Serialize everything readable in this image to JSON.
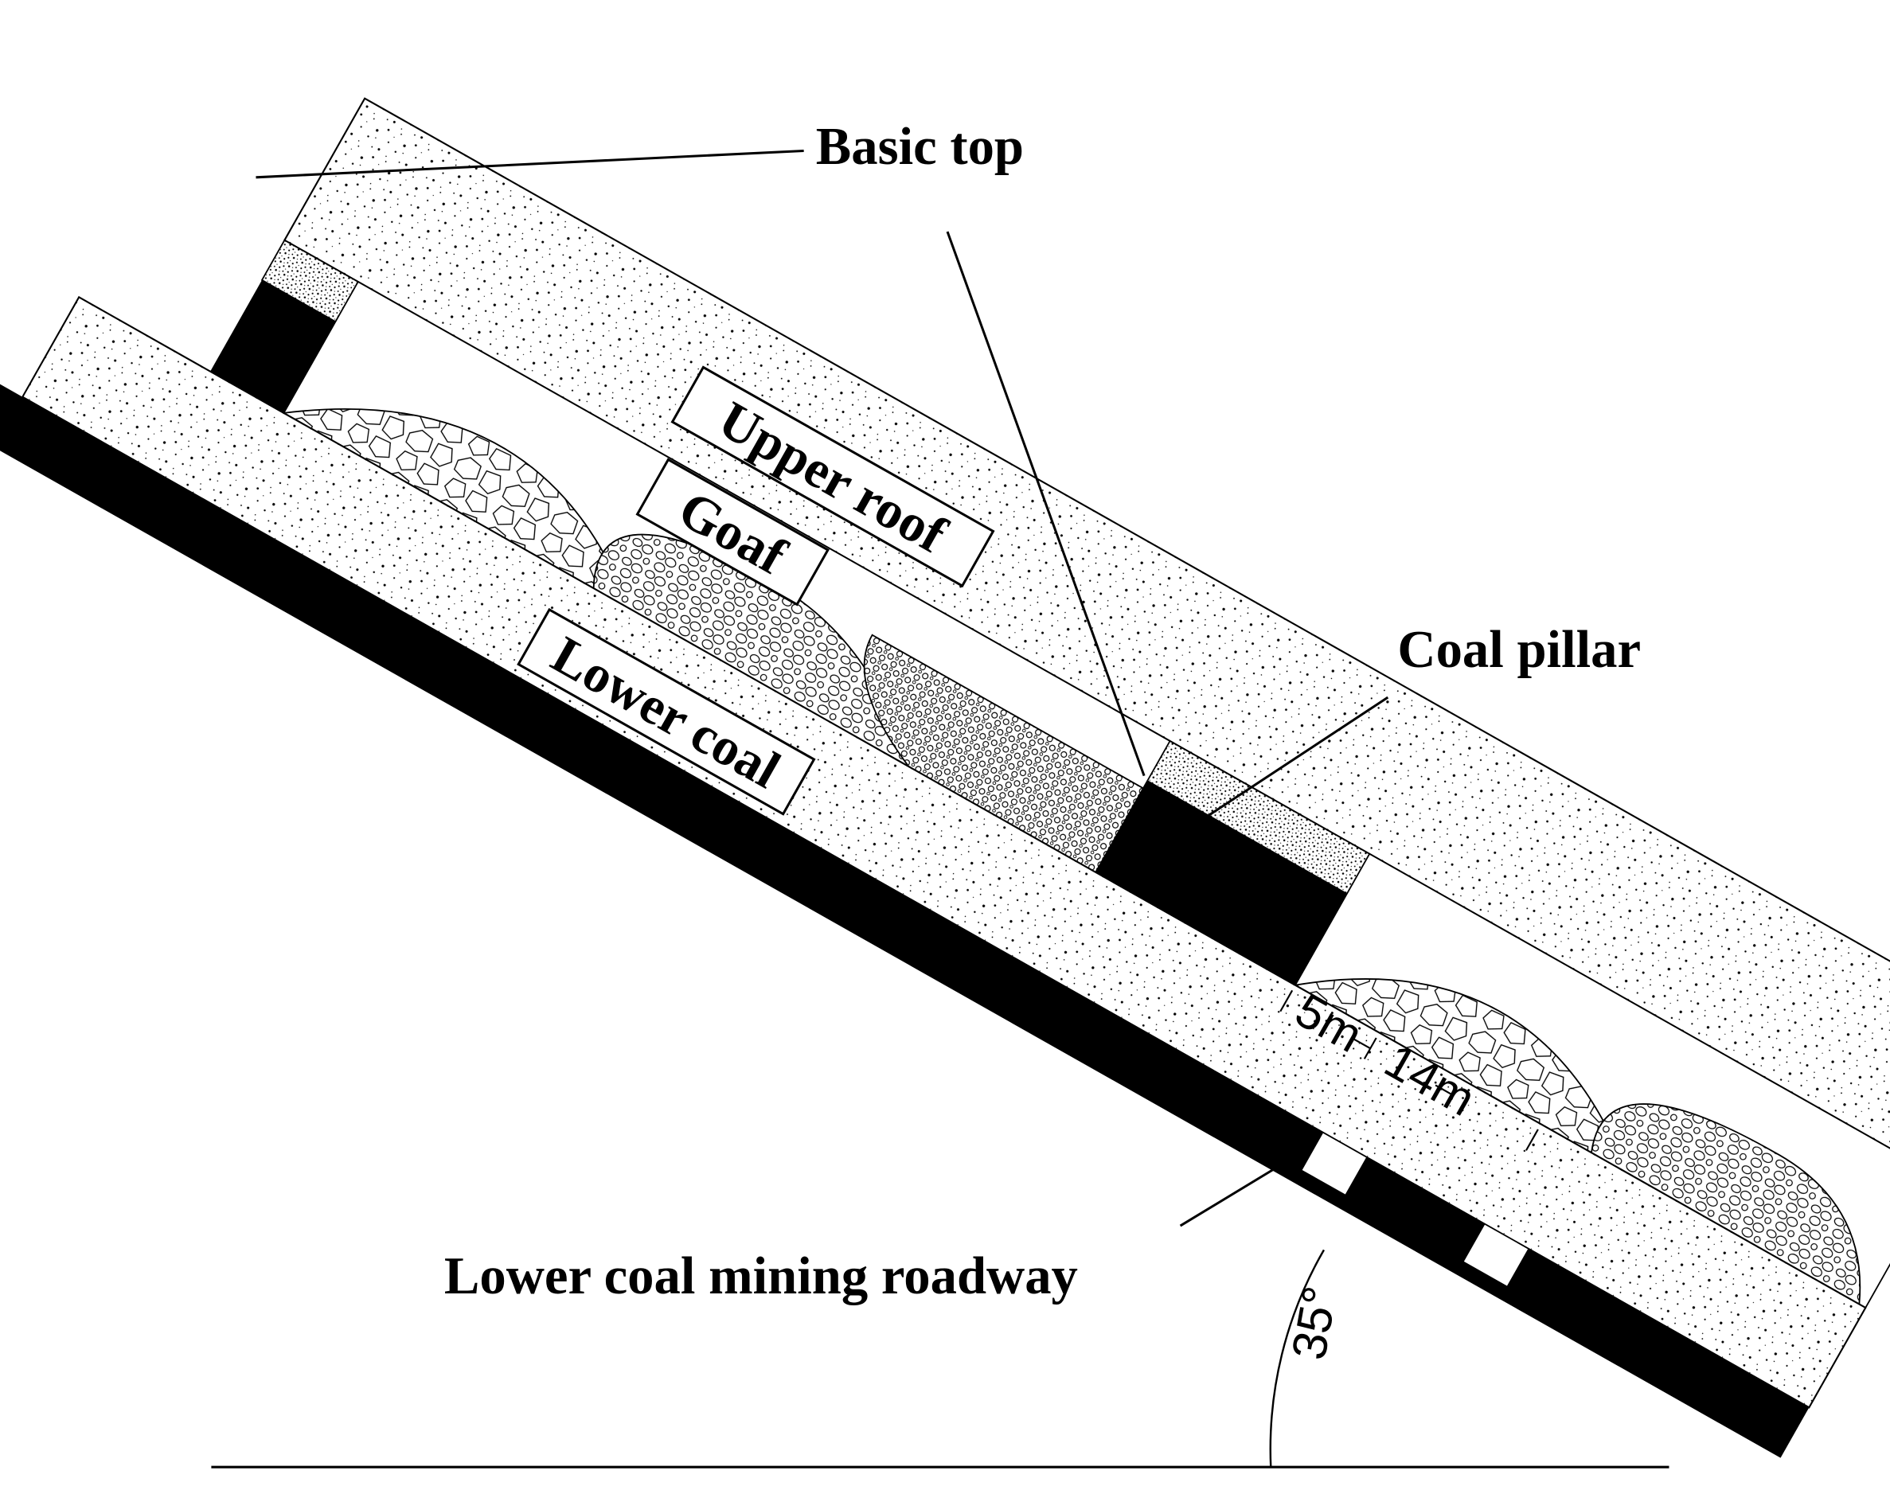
{
  "colors": {
    "ink": "#000000",
    "background": "#ffffff",
    "sandstone": "#ffffff",
    "basic_top": "#d9d9d9",
    "coal": "#000000"
  },
  "labels": {
    "basic_top": "Basic top",
    "upper_roof": "Upper roof",
    "goaf": "Goaf",
    "lower_coal": "Lower coal",
    "coal_pillar": "Coal pillar",
    "lower_coal_mining_roadway": "Lower coal mining roadway"
  },
  "dimensions": {
    "dim_5m": "5m",
    "dim_14m": "14m",
    "dip_angle": "35°"
  },
  "dip_angle_deg": 35
}
